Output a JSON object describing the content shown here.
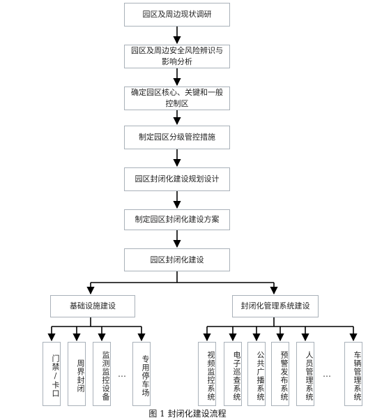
{
  "steps": [
    "园区及周边现状调研",
    "园区及周边安全风险辨识与影响分析",
    "确定园区核心、关键和一般控制区",
    "制定园区分级管控措施",
    "园区封闭化建设规划设计",
    "制定园区封闭化建设方案",
    "园区封闭化建设"
  ],
  "branches": {
    "left": "基础设施建设",
    "right": "封闭化管理系统建设"
  },
  "left_items": [
    "门禁/卡口",
    "周界封闭",
    "监测监控设备",
    "专用停车场"
  ],
  "right_items": [
    "视频监控系统",
    "电子巡查系统",
    "公共广播系统",
    "预警发布系统",
    "人员管理系统",
    "车辆管理系统"
  ],
  "ellipsis": "…",
  "caption": "图 1  封闭化建设流程"
}
